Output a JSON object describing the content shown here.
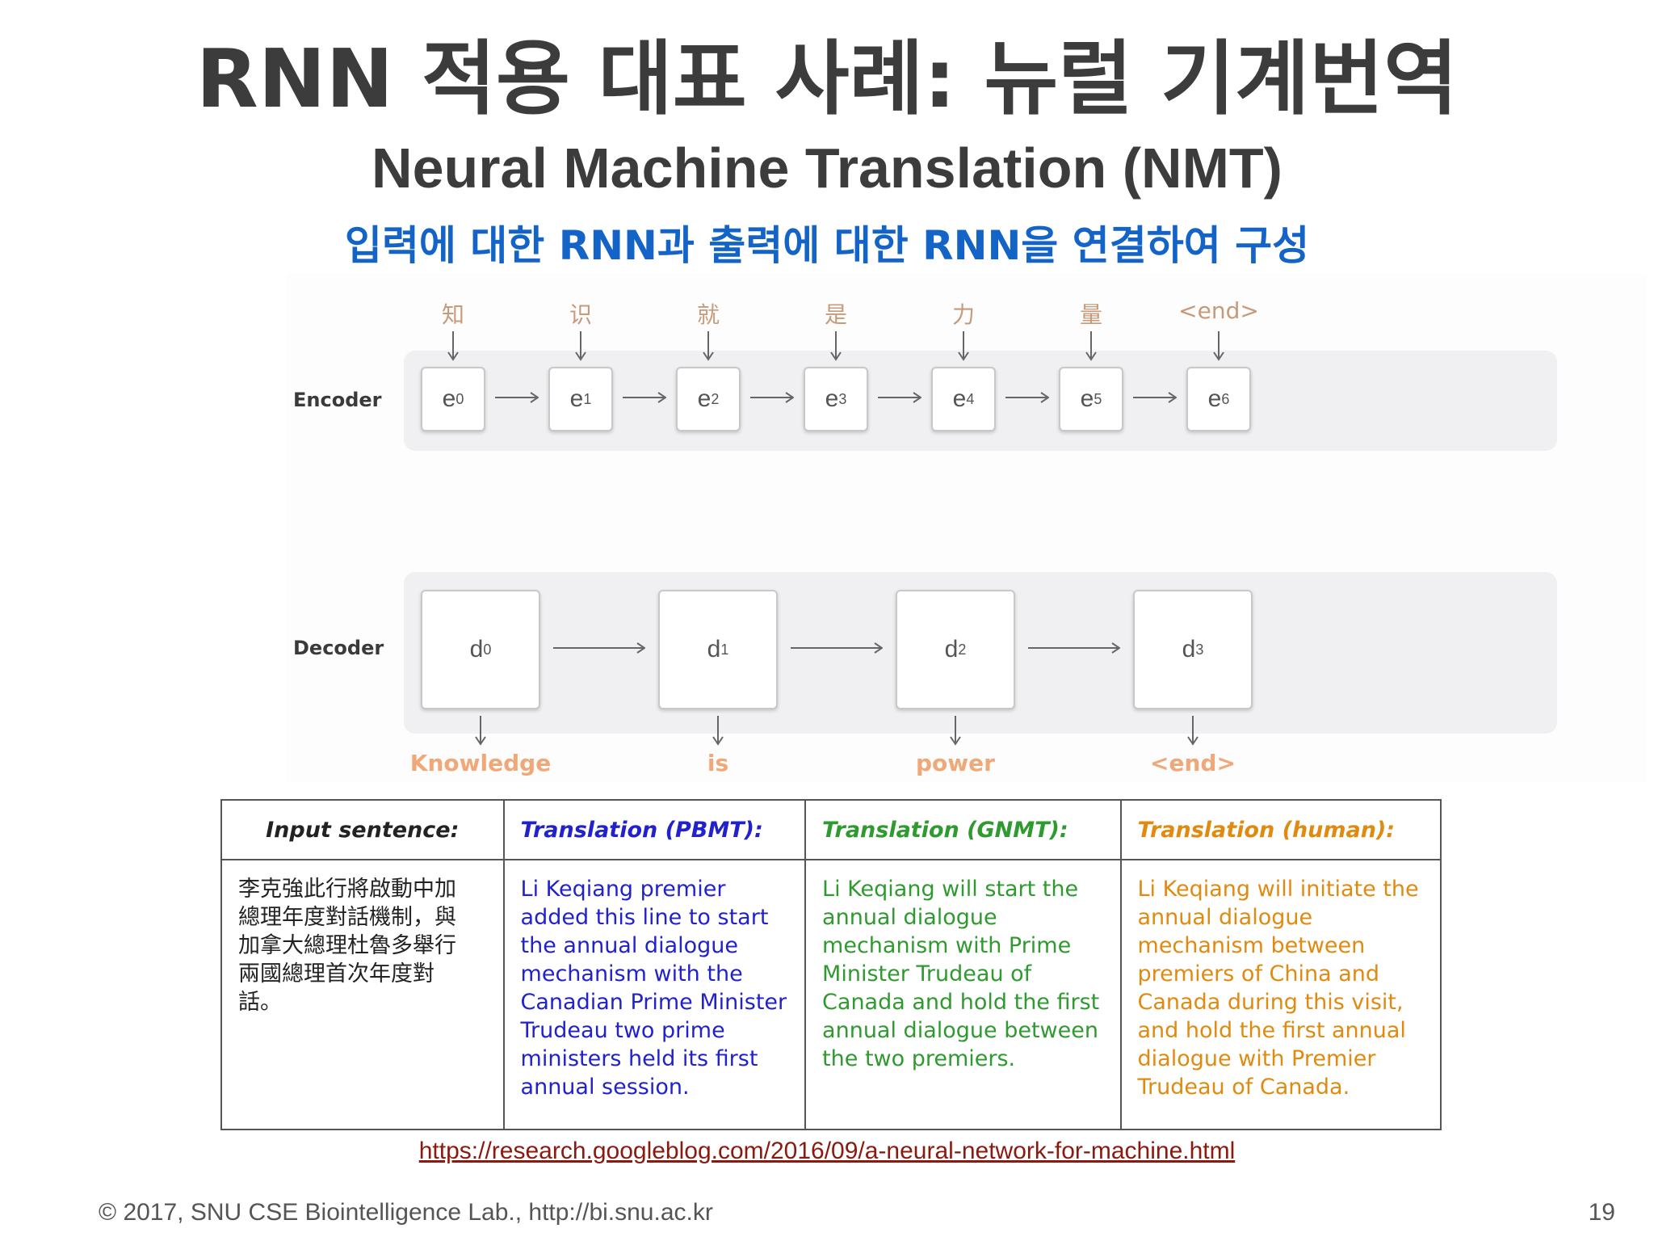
{
  "slide": {
    "title": "RNN 적용 대표 사례: 뉴럴 기계번역",
    "subtitle": "Neural Machine Translation (NMT)",
    "tagline": "입력에 대한 RNN과 출력에 대한 RNN을 연결하여 구성"
  },
  "figure": {
    "encoder_label": "Encoder",
    "decoder_label": "Decoder",
    "input_tokens": [
      "知",
      "识",
      "就",
      "是",
      "力",
      "量",
      "<end>"
    ],
    "encoder_states": [
      {
        "base": "e",
        "sub": "0"
      },
      {
        "base": "e",
        "sub": "1"
      },
      {
        "base": "e",
        "sub": "2"
      },
      {
        "base": "e",
        "sub": "3"
      },
      {
        "base": "e",
        "sub": "4"
      },
      {
        "base": "e",
        "sub": "5"
      },
      {
        "base": "e",
        "sub": "6"
      }
    ],
    "decoder_states": [
      {
        "base": "d",
        "sub": "0"
      },
      {
        "base": "d",
        "sub": "1"
      },
      {
        "base": "d",
        "sub": "2"
      },
      {
        "base": "d",
        "sub": "3"
      }
    ],
    "output_tokens": [
      "Knowledge",
      "is",
      "power",
      "<end>"
    ],
    "colors": {
      "input_token": "#c79a7a",
      "output_token": "#f0a878",
      "lane": "#f0f0f2"
    }
  },
  "table": {
    "headers": {
      "input": "Input sentence:",
      "pbmt": "Translation (PBMT):",
      "gnmt": "Translation (GNMT):",
      "human": "Translation (human):"
    },
    "cells": {
      "input": [
        "李克強此行將啟動中加",
        "總理年度對話機制，與",
        "加拿大總理杜魯多舉行",
        "兩國總理首次年度對",
        "話。"
      ],
      "pbmt": [
        "Li Keqiang premier",
        "added this line to start",
        "the annual dialogue",
        "mechanism with the",
        "Canadian Prime Minister",
        "Trudeau two prime",
        "ministers held its first",
        "annual session."
      ],
      "gnmt": [
        "Li Keqiang will start the",
        "annual dialogue",
        "mechanism with Prime",
        "Minister Trudeau of",
        "Canada and hold the first",
        "annual dialogue between",
        "the two premiers."
      ],
      "human": [
        "Li Keqiang will initiate the",
        "annual dialogue",
        "mechanism between",
        "premiers of China and",
        "Canada during this visit,",
        "and hold the first annual",
        "dialogue with Premier",
        "Trudeau of Canada."
      ]
    },
    "colors": {
      "pbmt": "#2222cc",
      "gnmt": "#2f9a2f",
      "human": "#e08a10"
    }
  },
  "footer": {
    "link": "https://research.googleblog.com/2016/09/a-neural-network-for-machine.html",
    "copyright": "©  2017, SNU CSE Biointelligence Lab., http://bi.snu.ac.kr",
    "page_number": "19"
  }
}
